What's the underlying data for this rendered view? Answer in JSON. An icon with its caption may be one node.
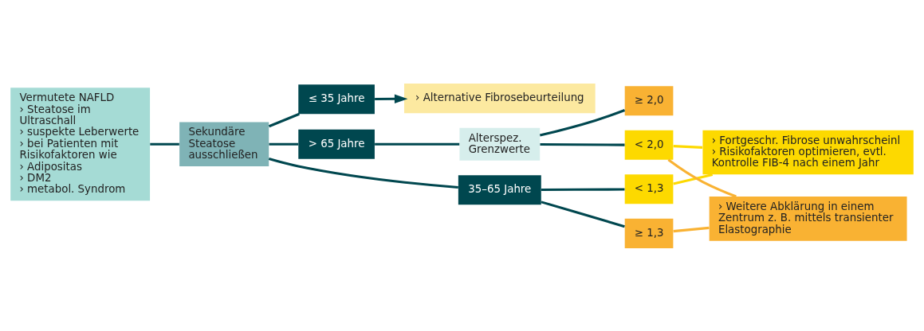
{
  "diagram": {
    "nodes": [
      {
        "text": [
          "Vermutete NAFLD",
          "› Steatose im Ultraschall",
          "› suspekte Leberwerte",
          "› bei Patienten mit Risikofaktoren wie",
          "› Adipositas",
          "› DM2",
          "› metabol. Syndrom"
        ]
      },
      {
        "text": [
          "Sekundäre Steatose ausschließen"
        ]
      },
      {
        "text": [
          "≤ 35 Jahre"
        ]
      },
      {
        "text": [
          "35–65 Jahre"
        ]
      },
      {
        "text": [
          "> 65 Jahre"
        ]
      },
      {
        "text": [
          "Alterspez. Grenzwerte"
        ]
      },
      {
        "text": [
          "› Alternative Fibrosebeurteilung"
        ]
      },
      {
        "text": [
          "< 1,3"
        ]
      },
      {
        "text": [
          "≥ 1,3"
        ]
      },
      {
        "text": [
          "< 2,0"
        ]
      },
      {
        "text": [
          "≥ 2,0"
        ]
      },
      {
        "text": [
          "› Fortgeschr. Fibrose unwahrscheinl",
          "› Risikofaktoren optimieren, evtl. Kontrolle FIB-4 nach einem Jahr"
        ]
      },
      {
        "text": [
          "› Weitere Abklärung in einem Zentrum z. B. mittels transienter Elastographie"
        ]
      }
    ],
    "edges": [
      {
        "from": 0,
        "to": 1,
        "arrow": "none"
      },
      {
        "from": 1,
        "to": 2,
        "arrow": "none"
      },
      {
        "from": 1,
        "to": 3,
        "arrow": "none"
      },
      {
        "from": 1,
        "to": 4,
        "arrow": "none"
      },
      {
        "from": 2,
        "to": 6,
        "arrow": "to"
      },
      {
        "from": 3,
        "to": 7,
        "arrow": "none"
      },
      {
        "from": 3,
        "to": 8,
        "arrow": "none"
      },
      {
        "from": 4,
        "to": 5,
        "arrow": "none"
      },
      {
        "from": 5,
        "to": 9,
        "arrow": "none"
      },
      {
        "from": 5,
        "to": 10,
        "arrow": "none"
      },
      {
        "from": 7,
        "to": 11,
        "arrow": "none",
        "color": "#fdd900"
      },
      {
        "from": 8,
        "to": 12,
        "arrow": "none",
        "color": "#f9b233"
      },
      {
        "from": 9,
        "to": 11,
        "arrow": "none",
        "color": "#fdd900"
      },
      {
        "from": 9,
        "to": 12,
        "arrow": "none",
        "color": "#f9b233"
      }
    ]
  }
}
